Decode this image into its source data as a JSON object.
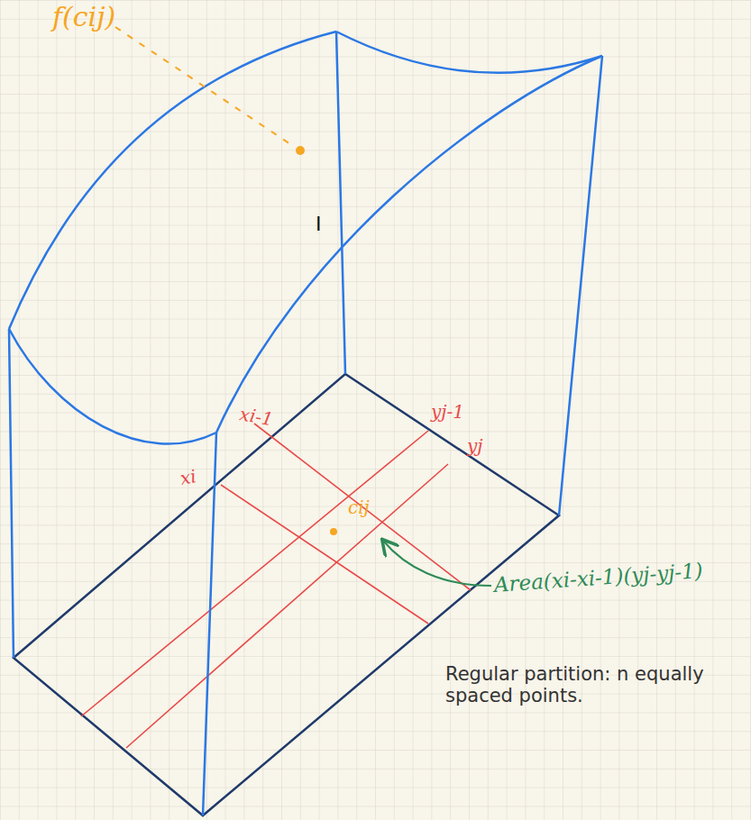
{
  "diagram": {
    "labels": [
      "f(cij)",
      "I",
      "xi-1",
      "yj-1",
      "yj",
      "xi",
      "cij",
      "Area(xi-xi-1)(yj-yj-1)",
      "Regular partition: n equally spaced points."
    ]
  }
}
